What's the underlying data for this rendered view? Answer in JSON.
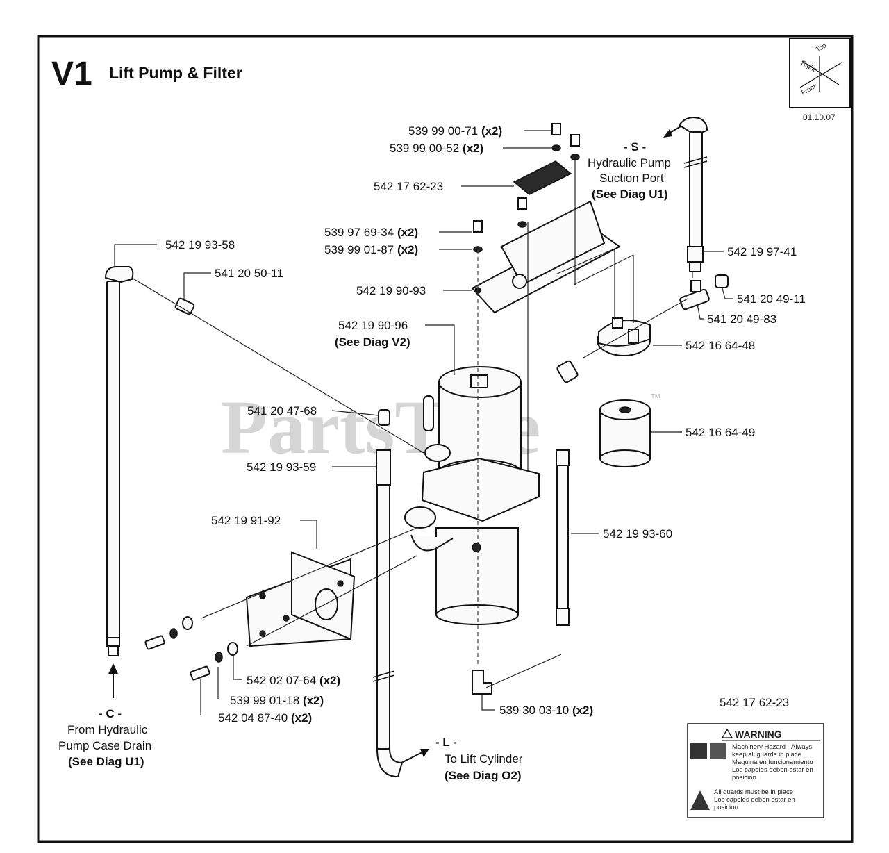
{
  "diagram": {
    "code": "V1",
    "title": "Lift Pump & Filter",
    "date": "01.10.07",
    "orientation": {
      "top": "Top",
      "right": "Right",
      "front": "Front"
    },
    "watermark": "PartsTree",
    "watermark_tm": "™",
    "parts": {
      "p1": {
        "number": "539 99 00-71",
        "qty": "(x2)"
      },
      "p2": {
        "number": "539 99 00-52",
        "qty": "(x2)"
      },
      "p3": {
        "number": "542 17 62-23"
      },
      "p4": {
        "number": "539 97 69-34",
        "qty": "(x2)"
      },
      "p5": {
        "number": "539 99 01-87",
        "qty": "(x2)"
      },
      "p6": {
        "number": "542 19 90-93"
      },
      "p7": {
        "number": "542 19 90-96",
        "note": "(See Diag V2)"
      },
      "p8": {
        "number": "541 20 47-68"
      },
      "p9": {
        "number": "542 19 93-59"
      },
      "p10": {
        "number": "542 19 91-92"
      },
      "p11": {
        "number": "542 19 93-58"
      },
      "p12": {
        "number": "541 20 50-11"
      },
      "p13": {
        "number": "542 19 97-41"
      },
      "p14": {
        "number": "541 20 49-11"
      },
      "p15": {
        "number": "541 20 49-83"
      },
      "p16": {
        "number": "542 16 64-48"
      },
      "p17": {
        "number": "542 16 64-49"
      },
      "p18": {
        "number": "542 19 93-60"
      },
      "p19": {
        "number": "542 02 07-64",
        "qty": "(x2)"
      },
      "p20": {
        "number": "539 99 01-18",
        "qty": "(x2)"
      },
      "p21": {
        "number": "542 04 87-40",
        "qty": "(x2)"
      },
      "p22": {
        "number": "539 30 03-10",
        "qty": "(x2)"
      }
    },
    "connections": {
      "s": {
        "tag": "- S -",
        "line1": "Hydraulic Pump",
        "line2": "Suction Port",
        "ref": "(See Diag U1)"
      },
      "c": {
        "tag": "- C -",
        "line1": "From Hydraulic",
        "line2": "Pump Case Drain",
        "ref": "(See Diag U1)"
      },
      "l": {
        "tag": "- L -",
        "line1": "To Lift Cylinder",
        "ref": "(See Diag O2)"
      }
    },
    "decal": {
      "number": "542 17 62-23",
      "heading": "WARNING",
      "text1": [
        "Machinery Hazard - Always",
        "keep all guards in place.",
        "Maquina en funcionamiento",
        "Los capoles deben estar en",
        "posicion"
      ],
      "text2": [
        "All guards must be in place",
        "Los capoles deben estar en",
        "posicion"
      ]
    }
  }
}
